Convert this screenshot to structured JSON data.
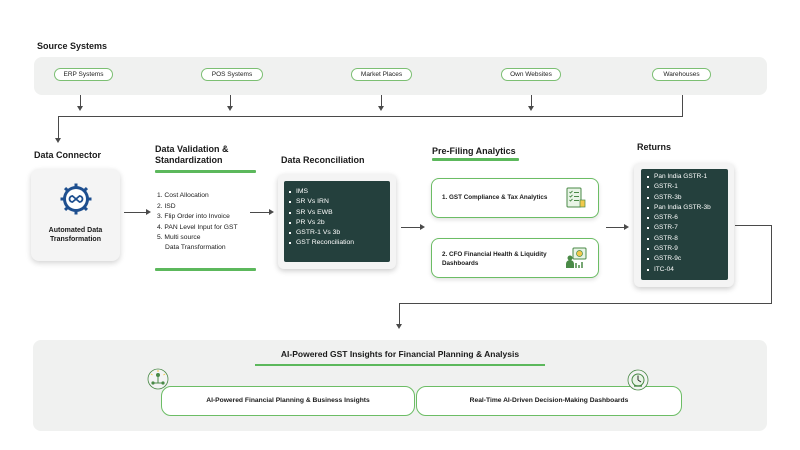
{
  "source": {
    "title": "Source Systems",
    "items": [
      "ERP Systems",
      "POS Systems",
      "Market Places",
      "Own Websites",
      "Warehouses"
    ]
  },
  "connector": {
    "title": "Data Connector",
    "card_label_1": "Automated Data",
    "card_label_2": "Transformation"
  },
  "validation": {
    "title_1": "Data Validation &",
    "title_2": "Standardization",
    "items": [
      "1. Cost Allocation",
      "2.  ISD",
      "3. Flip Order into Invoice",
      "4. PAN Level Input for GST",
      "5. Multi source",
      "Data Transformation"
    ]
  },
  "reconciliation": {
    "title": "Data Reconciliation",
    "items": [
      "IMS",
      "SR Vs IRN",
      "SR Vs EWB",
      "PR Vs 2b",
      "GSTR-1 Vs 3b",
      "GST Reconciliation"
    ]
  },
  "analytics": {
    "title": "Pre-Filing Analytics",
    "card1": "1. GST Compliance & Tax Analytics",
    "card2_line1": "2. CFO Financial Health & Liquidity",
    "card2_line2": "Dashboards"
  },
  "returns": {
    "title": "Returns",
    "items": [
      "Pan India GSTR-1",
      "GSTR-1",
      "GSTR-3b",
      "Pan India GSTR-3b",
      "GSTR-6",
      "GSTR-7",
      "GSTR-8",
      "GSTR-9",
      "GSTR-9c",
      "ITC-04"
    ]
  },
  "insights": {
    "title": "AI-Powered GST Insights for Financial Planning & Analysis",
    "card1": "AI-Powered Financial Planning & Business Insights",
    "card2": "Real-Time AI-Driven Decision-Making Dashboards"
  },
  "colors": {
    "accent_green": "#5cb85c",
    "dark_panel": "#24403d",
    "logo_blue": "#1e4f8f"
  }
}
